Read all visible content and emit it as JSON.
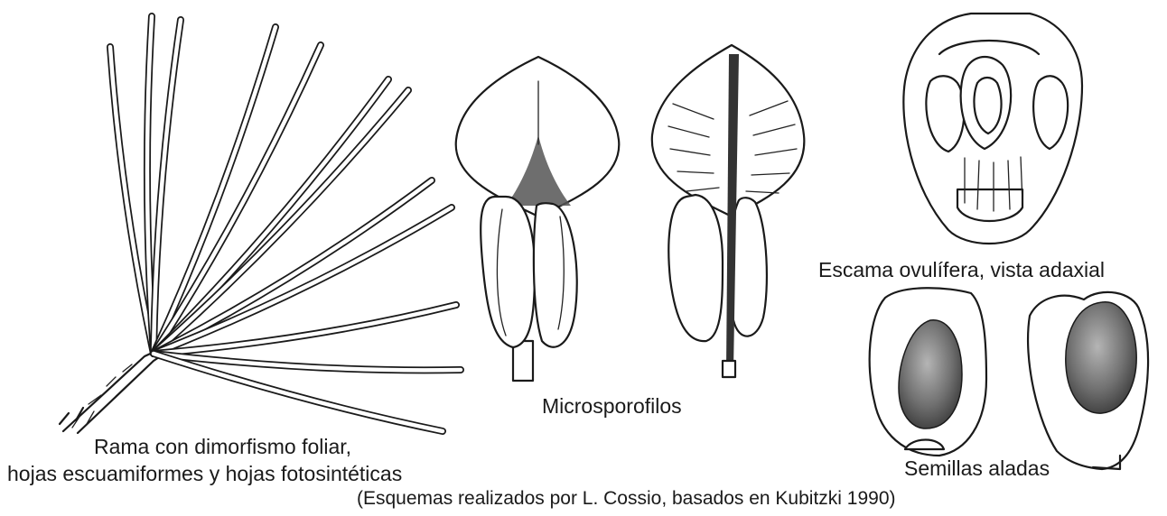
{
  "labels": {
    "branch": "Rama con dimorfismo foliar,",
    "branch_line2": "hojas escuamiformes y hojas fotosintéticas",
    "microsporophylls": "Microsporofilos",
    "ovuliferous_scale": "Escama ovulífera, vista adaxial",
    "winged_seeds": "Semillas aladas",
    "credit": "(Esquemas realizados por L. Cossio, basados en Kubitzki 1990)"
  }
}
